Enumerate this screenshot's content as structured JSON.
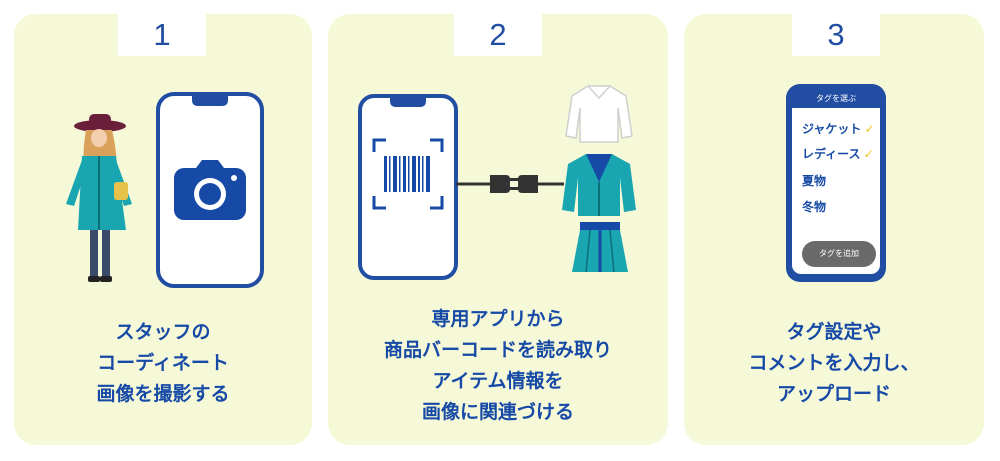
{
  "steps": [
    {
      "number": "1",
      "caption": [
        "スタッフの",
        "コーディネート",
        "画像を撮影する"
      ],
      "icons": [
        "staff-illustration",
        "camera-icon",
        "phone-icon"
      ]
    },
    {
      "number": "2",
      "caption": [
        "専用アプリから",
        "商品バーコードを読み取り",
        "アイテム情報を",
        "画像に関連づける"
      ],
      "icons": [
        "barcode-icon",
        "plug-icon",
        "shirt-icon",
        "jacket-icon",
        "skirt-icon"
      ]
    },
    {
      "number": "3",
      "caption": [
        "タグ設定や",
        "コメントを入力し、",
        "アップロード"
      ],
      "phone_ui": {
        "header": "タグを選ぶ",
        "tags": [
          {
            "label": "ジャケット",
            "checked": true
          },
          {
            "label": "レディース",
            "checked": true
          },
          {
            "label": "夏物",
            "checked": false
          },
          {
            "label": "冬物",
            "checked": false
          }
        ],
        "add_button": "タグを追加",
        "check_mark": "✓"
      }
    }
  ],
  "colors": {
    "card_bg": "#f6f9d8",
    "brand_blue": "#164aa6",
    "phone_blue": "#214da3",
    "teal": "#1aa6b0",
    "check_yellow": "#f2c21b",
    "button_gray": "#6a6a6a"
  }
}
